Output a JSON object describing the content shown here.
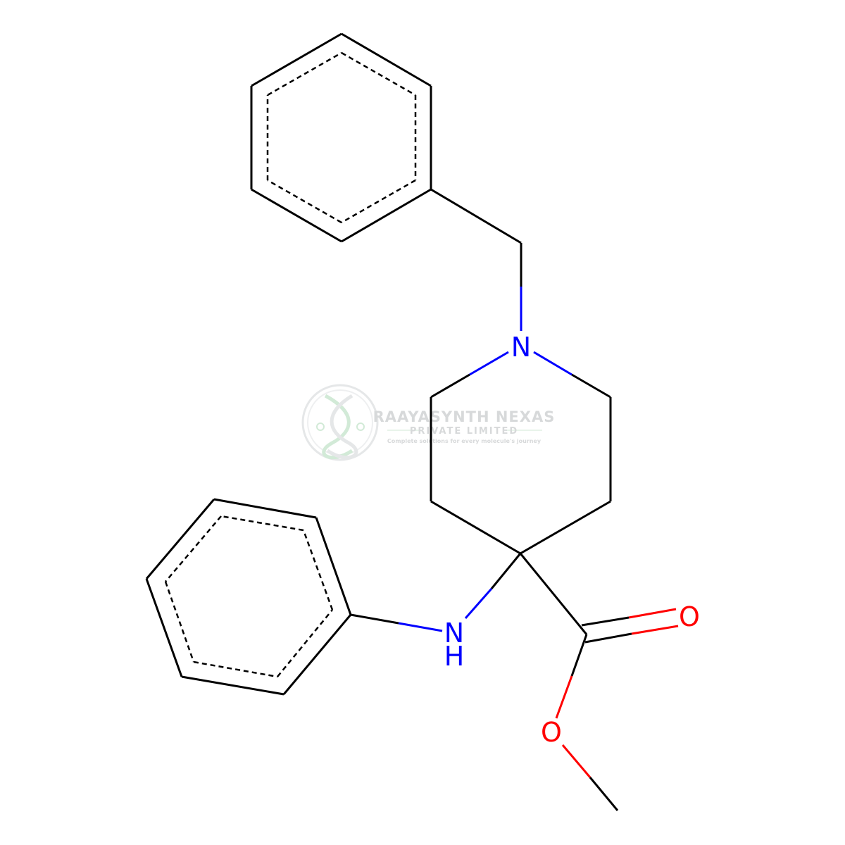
{
  "molecule": {
    "atoms": {
      "piperidine_n": "N",
      "amine_n": "N",
      "amine_h": "H",
      "carbonyl_o": "O",
      "ester_o": "O"
    },
    "colors": {
      "carbon_bond": "#000000",
      "nitrogen": "#0000ff",
      "oxygen": "#ff0000"
    }
  },
  "watermark": {
    "company": "RAAYASYNTH NEXAS",
    "subtitle": "PRIVATE LIMITED",
    "tagline": "Complete solutions for every molecule's journey",
    "logo_icon": "dna-helix-logo-icon",
    "color": "#9ea3a6",
    "accent": "#a9d8b4"
  }
}
